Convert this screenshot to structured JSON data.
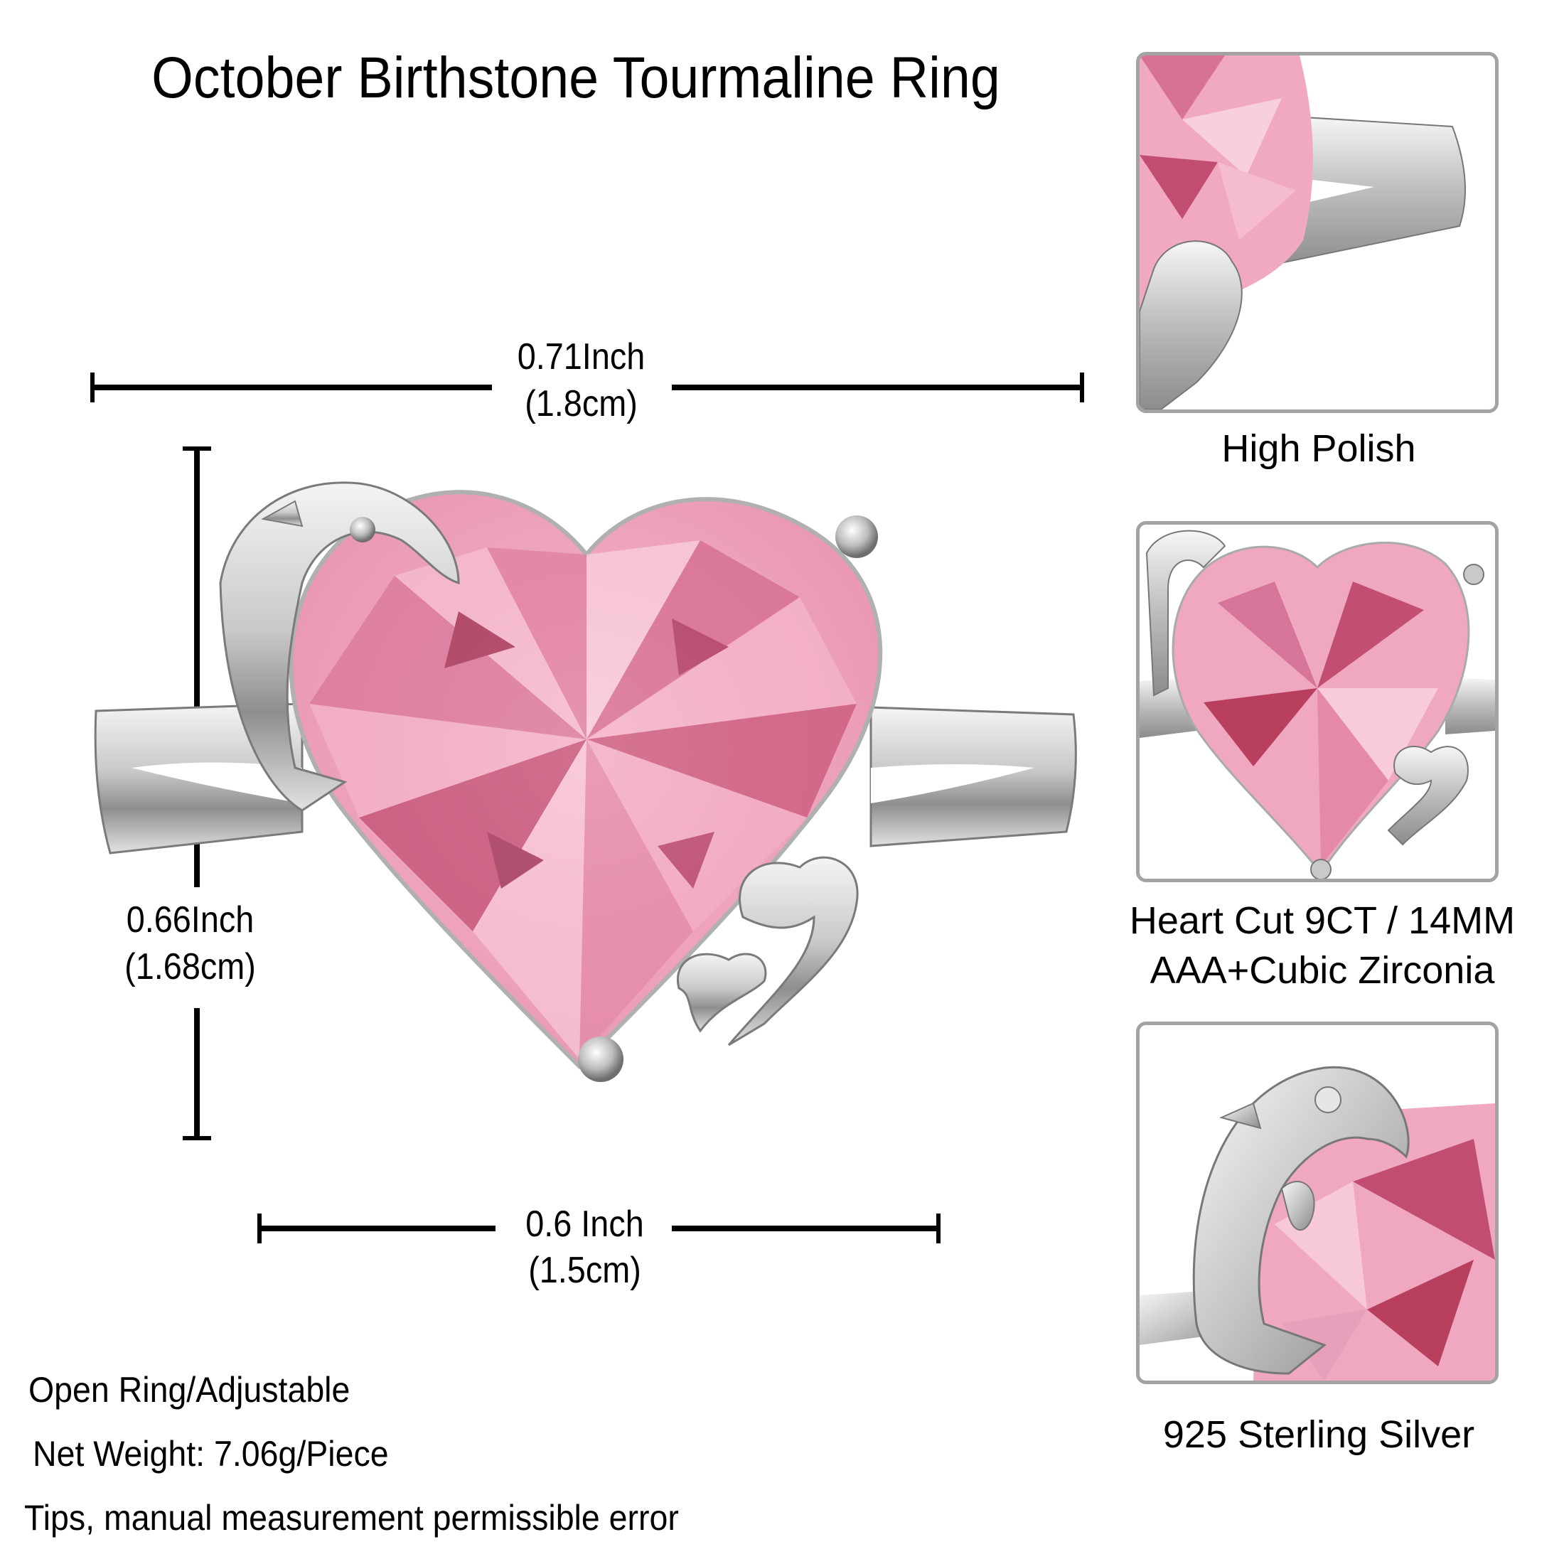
{
  "title": "October Birthstone Tourmaline Ring",
  "dimensions": {
    "width_top": {
      "inch": "0.71Inch",
      "cm": "(1.8cm)"
    },
    "height": {
      "inch": "0.66Inch",
      "cm": "(1.68cm)"
    },
    "width_bottom": {
      "inch": "0.6 Inch",
      "cm": "(1.5cm)"
    }
  },
  "specs": {
    "adjustable": "Open Ring/Adjustable",
    "weight": "Net Weight: 7.06g/Piece",
    "tips": "Tips, manual measurement permissible error"
  },
  "detail_panels": [
    {
      "caption": "High Polish"
    },
    {
      "caption_line1": "Heart Cut 9CT / 14MM",
      "caption_line2": "AAA+Cubic Zirconia"
    },
    {
      "caption": "925 Sterling Silver"
    }
  ],
  "colors": {
    "gem_light": "#f7c6d6",
    "gem_mid": "#ee9db8",
    "gem_dark": "#b8405e",
    "silver_light": "#f2f2f2",
    "silver_dark": "#8a8a8a",
    "frame_border": "#a3a3a3"
  }
}
